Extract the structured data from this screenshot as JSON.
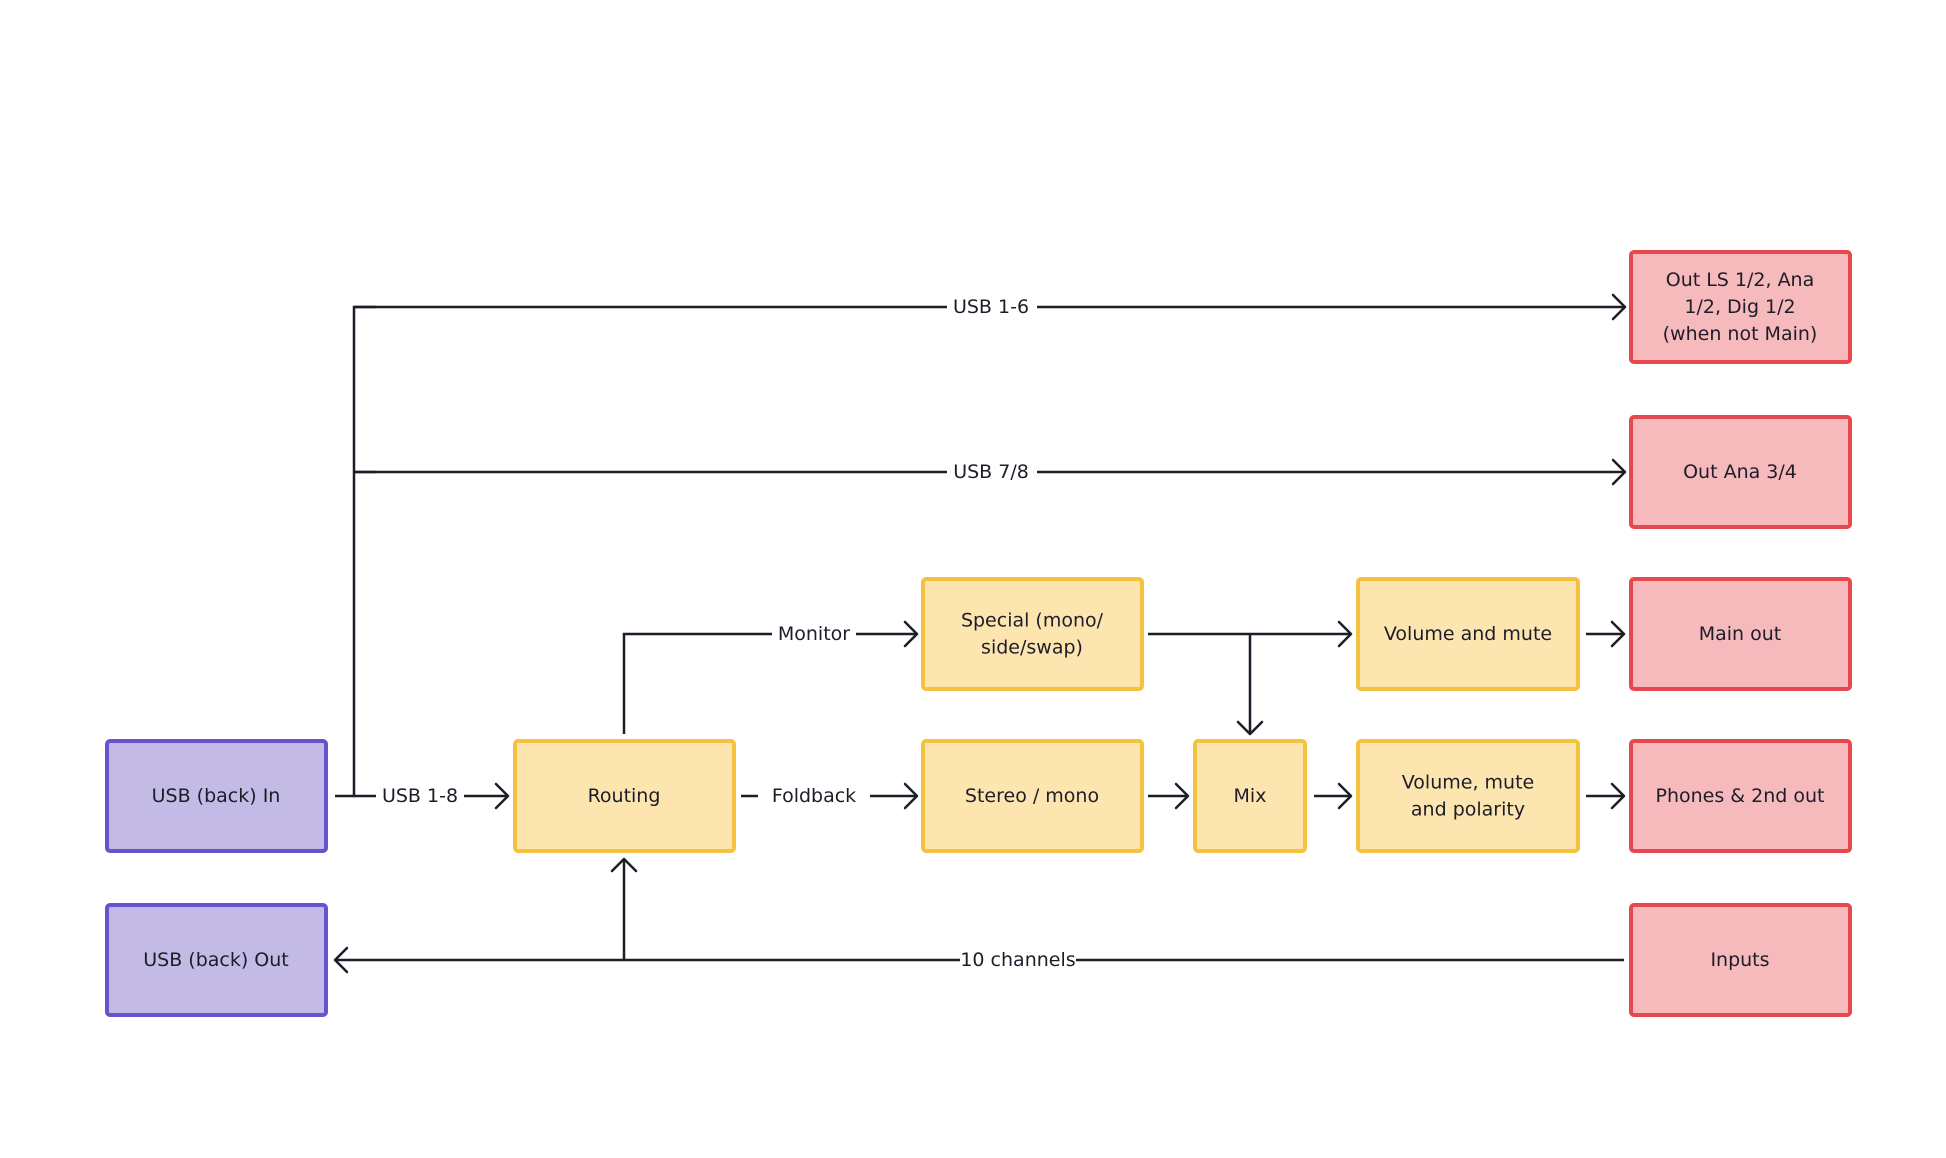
{
  "colors": {
    "usb_fill": "#c3bbe6",
    "usb_stroke": "#6a52cc",
    "proc_fill": "#fde5b0",
    "proc_stroke": "#f5c240",
    "io_fill": "#f6b9bc",
    "io_stroke": "#e5484f",
    "line": "#1d1d29"
  },
  "nodes": {
    "usb_in": [
      "USB (back) In"
    ],
    "usb_out": [
      "USB (back) Out"
    ],
    "routing": [
      "Routing"
    ],
    "special": [
      "Special (mono/",
      "side/swap)"
    ],
    "stereo_mono": [
      "Stereo / mono"
    ],
    "mix": [
      "Mix"
    ],
    "vol_mute": [
      "Volume and mute"
    ],
    "vol_mute_pol": [
      "Volume, mute",
      "and polarity"
    ],
    "out_ls": [
      "Out LS 1/2, Ana",
      "1/2, Dig 1/2",
      "(when not Main)"
    ],
    "out_ana34": [
      "Out Ana 3/4"
    ],
    "main_out": [
      "Main out"
    ],
    "phones": [
      "Phones & 2nd out"
    ],
    "inputs": [
      "Inputs"
    ]
  },
  "edge_labels": {
    "usb_1_6": "USB 1-6",
    "usb_7_8": "USB 7/8",
    "monitor": "Monitor",
    "usb_1_8": "USB 1-8",
    "foldback": "Foldback",
    "ten_channels": "10 channels"
  }
}
